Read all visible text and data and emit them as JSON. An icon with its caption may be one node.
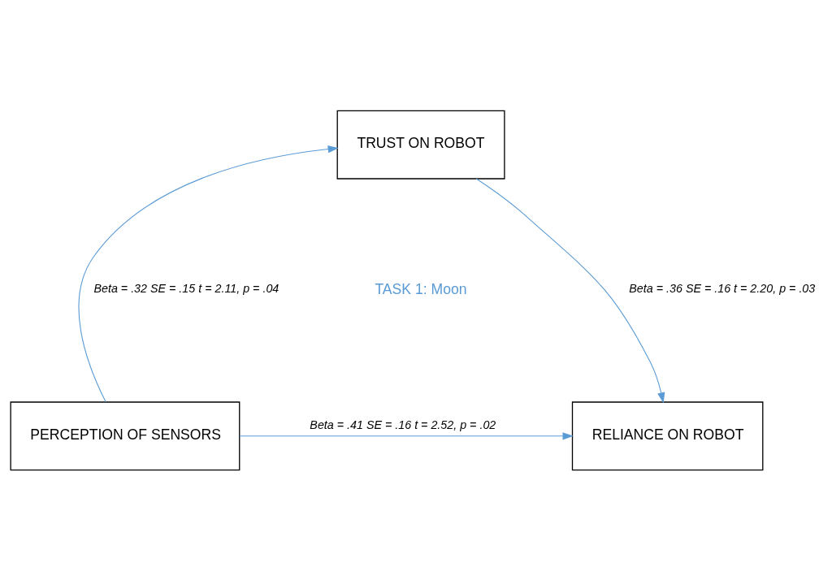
{
  "diagram": {
    "nodes": [
      {
        "text": [
          "TRUST ON ROBOT"
        ]
      },
      {
        "text": [
          "PERCEPTION OF SENSORS"
        ]
      },
      {
        "text": [
          "RELIANCE ON ROBOT"
        ]
      }
    ],
    "edges": [
      {
        "from": 1,
        "to": 0,
        "arrow": "to",
        "label": "Beta = .32 SE = .15 t = 2.11, p = .04"
      },
      {
        "from": 0,
        "to": 2,
        "arrow": "to",
        "label": "Beta = .36 SE = .16 t = 2.20, p = .03"
      },
      {
        "from": 1,
        "to": 2,
        "arrow": "to",
        "label": "Beta = .41 SE = .16 t = 2.52, p = .02"
      }
    ],
    "labels": [
      "TASK 1: Moon"
    ]
  }
}
